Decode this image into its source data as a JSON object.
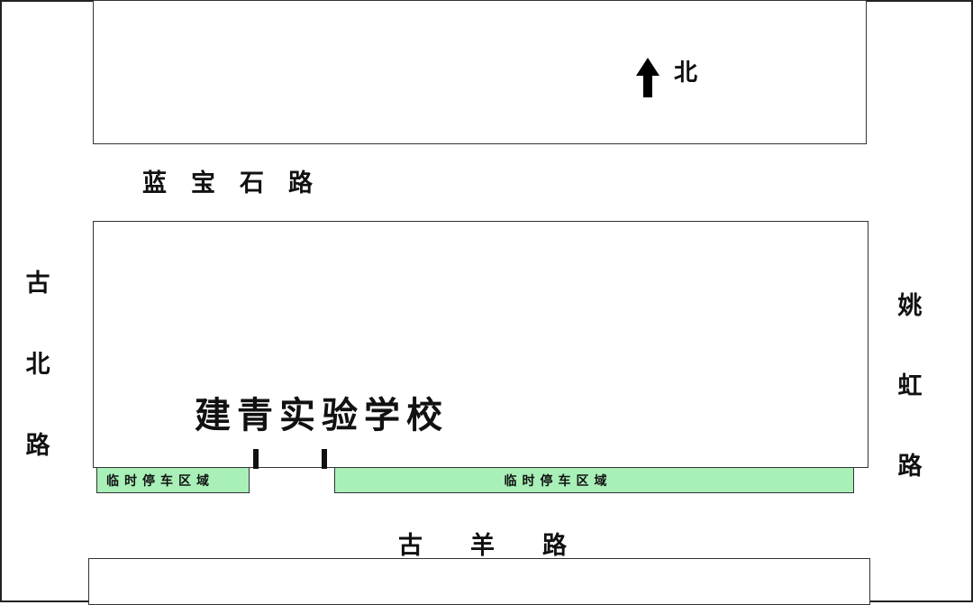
{
  "compass": {
    "label": "北"
  },
  "roads": {
    "north_road": [
      "蓝",
      "宝",
      "石",
      "路"
    ],
    "south_road": [
      "古",
      "羊",
      "路"
    ],
    "west_road": [
      "古",
      "北",
      "路"
    ],
    "east_road": [
      "姚",
      "虹",
      "路"
    ]
  },
  "school": {
    "name": "建青实验学校"
  },
  "parking": {
    "left_label": "临时停车区域",
    "right_label": "临时停车区域",
    "color": "#a8f0b8"
  }
}
